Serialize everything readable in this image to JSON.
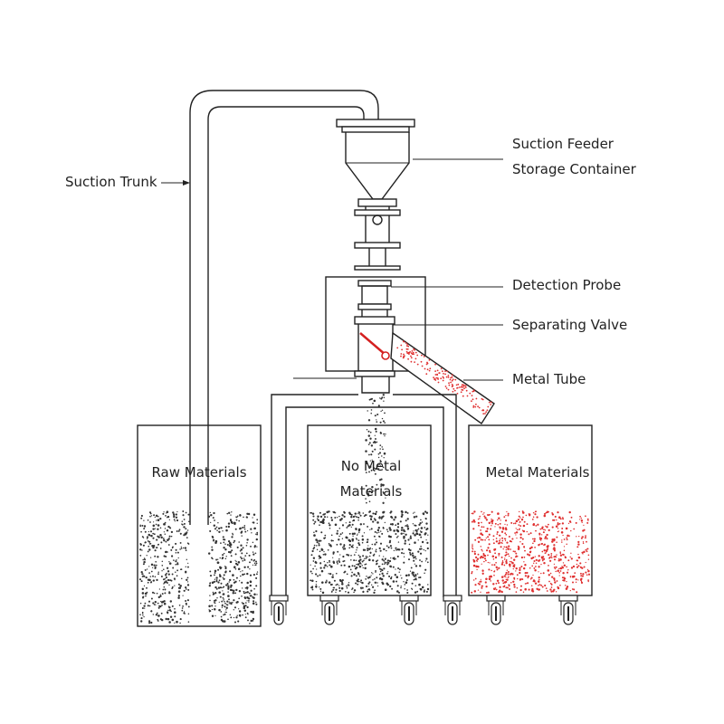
{
  "labels": {
    "suction_feeder": "Suction Feeder",
    "storage_container": "Storage Container",
    "suction_trunk": "Suction Trunk",
    "detection_probe": "Detection Probe",
    "separating_valve": "Separating Valve",
    "metal_tube": "Metal Tube",
    "raw_materials": "Raw Materials",
    "no_metal_line1": "No Metal",
    "no_metal_line2": "Materials",
    "metal_materials": "Metal Materials"
  },
  "colors": {
    "line": "#222222",
    "particles_normal": "#333333",
    "particles_metal": "#e03030",
    "valve_flap": "#d42020"
  }
}
